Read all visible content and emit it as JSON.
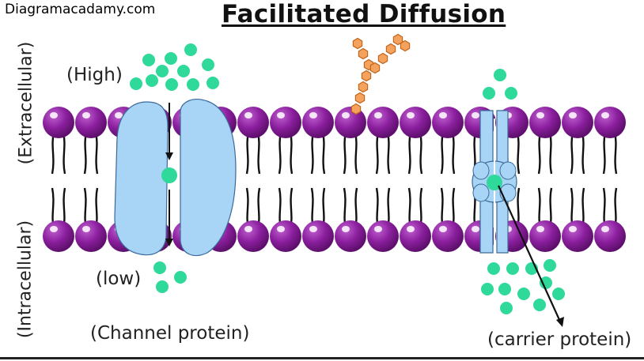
{
  "watermark": "Diagramacadamy.com",
  "title": "Facilitated Diffusion",
  "labels": {
    "high": "(High)",
    "low": "(low)",
    "extracellular": "(Extracellular)",
    "intracellular": "(Intracellular)",
    "channel_protein": "(Channel protein)",
    "carrier_protein": "(carrier protein)"
  },
  "colors": {
    "lipid_head": "#8b1f9e",
    "molecule": "#2ed99a",
    "protein": "#a8d4f5",
    "protein_outline": "#3a6a9a",
    "glycan": "#f5a25d"
  },
  "icons": {
    "channel_protein": "channel-protein-icon",
    "carrier_protein": "carrier-protein-icon",
    "glycoprotein": "glycoprotein-chain-icon"
  }
}
